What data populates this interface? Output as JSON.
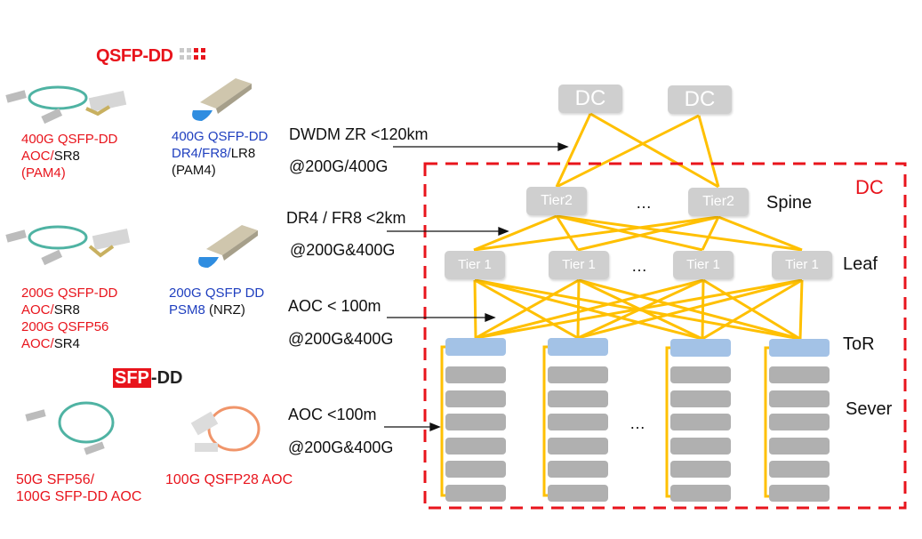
{
  "left_panel": {
    "qsfp_logo": "QSFP-DD",
    "sfp_logo": {
      "boxed": "SFP",
      "rest": "-DD"
    },
    "products": [
      {
        "lines": [
          [
            {
              "t": "400G QSFP-DD",
              "c": "red"
            }
          ],
          [
            {
              "t": "AOC/",
              "c": "red"
            },
            {
              "t": "SR8",
              "c": "blk"
            }
          ],
          [
            {
              "t": "(PAM4)",
              "c": "red"
            }
          ]
        ]
      },
      {
        "lines": [
          [
            {
              "t": "400G QSFP-DD",
              "c": "blue"
            }
          ],
          [
            {
              "t": "DR4/FR8/",
              "c": "blue"
            },
            {
              "t": "LR8",
              "c": "blk"
            }
          ],
          [
            {
              "t": "(PAM4)",
              "c": "blk"
            }
          ]
        ]
      },
      {
        "lines": [
          [
            {
              "t": "200G QSFP-DD",
              "c": "red"
            }
          ],
          [
            {
              "t": "AOC/",
              "c": "red"
            },
            {
              "t": "SR8",
              "c": "blk"
            }
          ],
          [
            {
              "t": "200G QSFP56",
              "c": "red"
            }
          ],
          [
            {
              "t": "AOC/",
              "c": "red"
            },
            {
              "t": "SR4",
              "c": "blk"
            }
          ]
        ]
      },
      {
        "lines": [
          [
            {
              "t": "200G QSFP DD",
              "c": "blue"
            }
          ],
          [
            {
              "t": "PSM8 ",
              "c": "blue"
            },
            {
              "t": "(NRZ)",
              "c": "blk"
            }
          ]
        ]
      },
      {
        "lines": [
          [
            {
              "t": "50G SFP56/",
              "c": "red"
            }
          ],
          [
            {
              "t": "100G SFP-DD AOC",
              "c": "red"
            }
          ]
        ]
      },
      {
        "lines": [
          [
            {
              "t": "100G QSFP28 AOC",
              "c": "red"
            }
          ]
        ]
      }
    ]
  },
  "links": [
    {
      "name": "DWDM ZR <120km",
      "rate": "@200G/400G"
    },
    {
      "name": "DR4 / FR8 <2km",
      "rate": "@200G&400G"
    },
    {
      "name": "AOC < 100m",
      "rate": "@200G&400G"
    },
    {
      "name": "AOC  <100m",
      "rate": "@200G&400G"
    }
  ],
  "topology": {
    "dc_nodes": [
      "DC",
      "DC"
    ],
    "dc_boundary_label": "DC",
    "spine_nodes": [
      "Tier2",
      "Tier2"
    ],
    "leaf_nodes": [
      "Tier 1",
      "Tier 1",
      "Tier 1",
      "Tier 1"
    ],
    "ellipsis": "…",
    "tier_labels": {
      "spine": "Spine",
      "leaf": "Leaf",
      "tor": "ToR",
      "server": "Sever"
    },
    "servers_per_rack": 6,
    "colors": {
      "link": "#ffc000",
      "boundary": "#e8141c",
      "node": "#cfcfcf",
      "tor": "#a3c2e6",
      "server": "#b0b0b0"
    }
  }
}
